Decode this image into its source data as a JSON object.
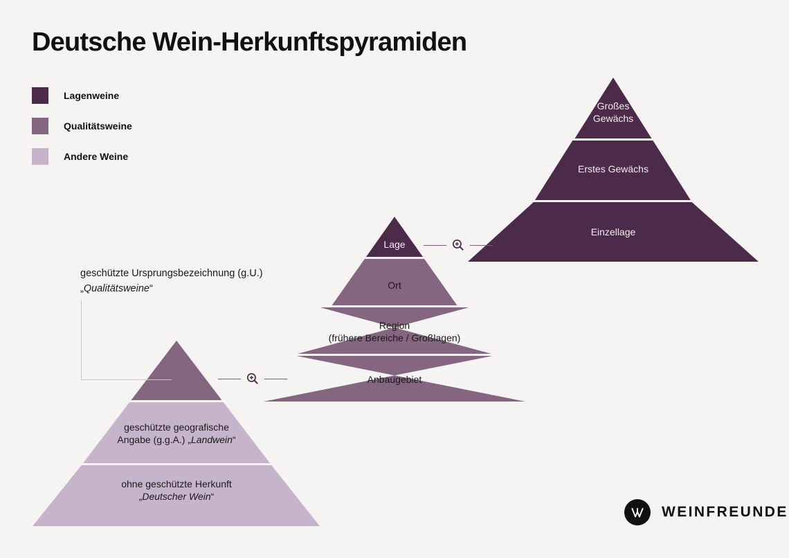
{
  "page": {
    "title": "Deutsche Wein-Herkunftspyramiden",
    "background_color": "#F6F4F2"
  },
  "colors": {
    "lagenweine": "#4B2A4A",
    "qualitaetsweine": "#846681",
    "andere_weine": "#C6B4CA",
    "divider": "#F6F4F2",
    "connector": "#7C5B78",
    "bracket": "#C9C6C4",
    "text_dark": "#1A1A1A",
    "text_light": "#F2EDF1"
  },
  "legend": {
    "items": [
      {
        "label": "Lagenweine",
        "color": "#4B2A4A",
        "swatch_icon": "color-swatch"
      },
      {
        "label": "Qualitätsweine",
        "color": "#846681",
        "swatch_icon": "color-swatch"
      },
      {
        "label": "Andere Weine",
        "color": "#C6B4CA",
        "swatch_icon": "color-swatch"
      }
    ]
  },
  "pyramids": {
    "base": {
      "name": "Andere Weine / Basis-Pyramide",
      "tiers": [
        {
          "label": "",
          "line2": "",
          "color": "#846681",
          "level": "apex"
        },
        {
          "label": "geschützte geografische",
          "line2": "Angabe (g.g.A.) „Landwein“",
          "italic_part": "Landwein",
          "color": "#C6B4CA",
          "level": "middle"
        },
        {
          "label": "ohne geschützte Herkunft",
          "line2": "„Deutscher Wein“",
          "italic_part": "Deutscher Wein",
          "color": "#C6B4CA",
          "level": "bottom"
        }
      ]
    },
    "quality": {
      "name": "Qualitätsweine-Pyramide",
      "tiers": [
        {
          "label": "Lage",
          "line2": "",
          "color": "#4B2A4A",
          "level": "apex"
        },
        {
          "label": "Ort",
          "line2": "",
          "color": "#846681",
          "level": "upper"
        },
        {
          "label": "Region",
          "line2": "(frühere Bereiche / Großlagen)",
          "color": "#846681",
          "level": "middle"
        },
        {
          "label": "Anbaugebiet",
          "line2": "",
          "color": "#846681",
          "level": "bottom"
        }
      ]
    },
    "vineyard": {
      "name": "Lagenweine-Pyramide",
      "tiers": [
        {
          "label": "Großes",
          "line2": "Gewächs",
          "color": "#4B2A4A",
          "level": "apex"
        },
        {
          "label": "Erstes Gewächs",
          "line2": "",
          "color": "#4B2A4A",
          "level": "middle"
        },
        {
          "label": "Einzellage",
          "line2": "",
          "color": "#4B2A4A",
          "level": "bottom"
        }
      ]
    }
  },
  "callouts": {
    "gu": {
      "line1": "geschützte Ursprungsbezeichnung (g.U.)",
      "line2": "„Qualitätsweine“",
      "italic_part": "Qualitätsweine"
    }
  },
  "connectors": {
    "top": {
      "icon": "magnifier-plus-icon"
    },
    "bottom": {
      "icon": "magnifier-plus-icon"
    }
  },
  "logo": {
    "mark_icon": "weinfreunde-w-mark",
    "wordmark": "WEINFREUNDE"
  }
}
